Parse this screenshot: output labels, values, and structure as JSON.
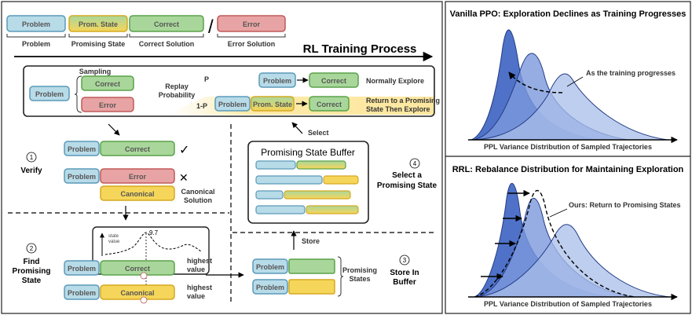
{
  "legend": {
    "problem": "Problem",
    "prom_state": "Prom. State",
    "correct": "Correct",
    "error": "Error",
    "cap_problem": "Problem",
    "cap_promising": "Promising State",
    "cap_correct": "Correct Solution",
    "cap_error": "Error Solution",
    "slash": "/"
  },
  "process_title": "RL Training Process",
  "sampling": {
    "label": "Sampling",
    "problem": "Problem",
    "correct": "Correct",
    "error": "Error",
    "replay_1": "Replay",
    "replay_2": "Probability",
    "p": "P",
    "one_minus_p": "1-P",
    "normal_problem": "Problem",
    "normal_correct": "Correct",
    "normal_text": "Normally Explore",
    "return_problem": "Problem",
    "return_prom": "Prom. State",
    "return_correct": "Correct",
    "return_text_1": "Return to a Promising",
    "return_text_2": "State Then Explore",
    "select": "Select"
  },
  "verify": {
    "num": "1",
    "label": "Verify",
    "problem1": "Problem",
    "correct": "Correct",
    "check": "✓",
    "problem2": "Problem",
    "error": "Error",
    "cross": "✕",
    "canonical": "Canonical",
    "canon_label_1": "Canonical",
    "canon_label_2": "Solution"
  },
  "find": {
    "num": "2",
    "label_1": "Find",
    "label_2": "Promising",
    "label_3": "State",
    "state_1": "state",
    "state_2": "value",
    "peak": "9.7",
    "problem1": "Problem",
    "correct": "Correct",
    "problem2": "Problem",
    "canonical": "Canonical",
    "hv1_1": "highest",
    "hv1_2": "value",
    "hv2_1": "highest",
    "hv2_2": "value"
  },
  "store": {
    "num": "3",
    "label_1": "Store In",
    "label_2": "Buffer",
    "problem1": "Problem",
    "problem2": "Problem",
    "promising_1": "Promising",
    "promising_2": "States",
    "store_label": "Store"
  },
  "buffer": {
    "title": "Promising State Buffer",
    "num": "4",
    "sel_1": "Select a",
    "sel_2": "Promising State"
  },
  "right_top": {
    "title": "Vanilla PPO: Exploration Declines as Training Progresses",
    "annotation": "As the training progresses",
    "xlabel": "PPL Variance Distribution of Sampled Trajectories"
  },
  "right_bottom": {
    "title": "RRL: Rebalance Distribution for Maintaining Exploration",
    "annotation": "Ours: Return to Promising States",
    "xlabel": "PPL Variance Distribution of Sampled Trajectories"
  },
  "colors": {
    "problem_fill": "#b8dbe8",
    "problem_stroke": "#5a9ab8",
    "correct_fill": "#a9d79b",
    "correct_stroke": "#5aa24a",
    "error_fill": "#e8a4a4",
    "error_stroke": "#c05a5a",
    "prom_fill": "#f5d65a",
    "prom_stroke": "#d6a820",
    "curve_fill": "#6d8fd6"
  }
}
